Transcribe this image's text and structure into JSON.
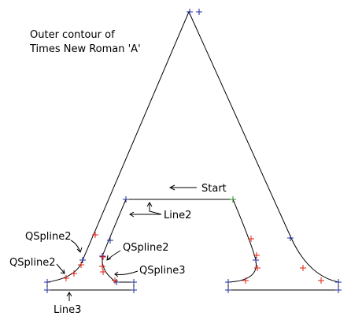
{
  "diagram": {
    "title_line1": "Outer contour of",
    "title_line2": "Times New Roman 'A'",
    "labels": {
      "start": "Start",
      "line2": "Line2",
      "qspline2_a": "QSpline2",
      "qspline2_b": "QSpline2",
      "qspline2_c": "QSpline2",
      "qspline3": "QSpline3",
      "line3": "Line3"
    },
    "colors": {
      "outline": "#000000",
      "on_curve_point": "#1f2a9a",
      "off_curve_point": "#e02010",
      "start_point": "#2a8a2a"
    }
  }
}
